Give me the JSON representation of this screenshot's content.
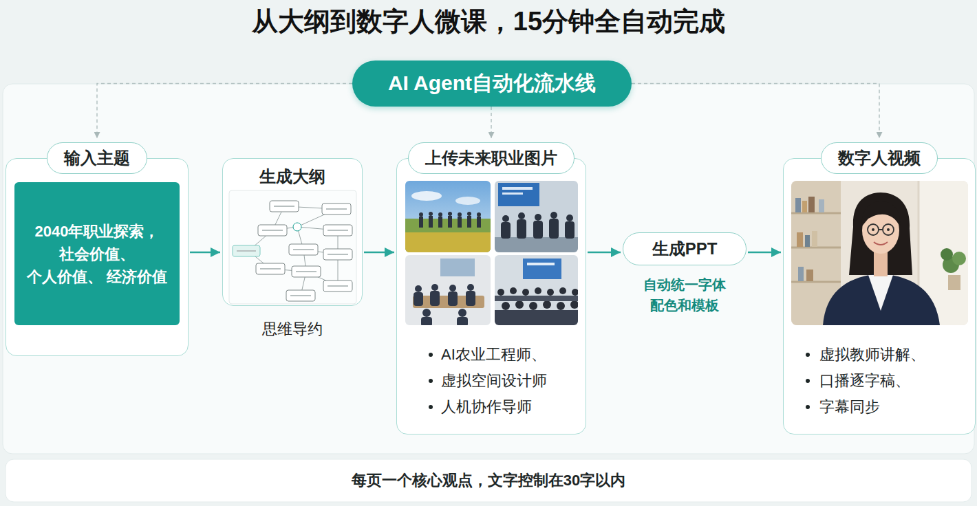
{
  "diagram": {
    "title": "从大纲到数字人微课，15分钟全自动完成",
    "nodes": [
      {
        "text": [
          "AI Agent自动化流水线"
        ]
      },
      {
        "text": [
          "输入主题"
        ]
      },
      {
        "text": [
          "2040年职业探索， 社会价值、 个人价值、 经济价值"
        ],
        "in": 1
      },
      {
        "text": [
          "生成大纲",
          "思维导约"
        ]
      },
      {
        "text": [
          "上传未来职业图片",
          "AI农业工程师、",
          "虚拟空间设计师",
          "人机协作导师"
        ]
      },
      {
        "text": [
          "生成PPT",
          "自动统一字体 配色和模板"
        ]
      },
      {
        "text": [
          "数字人视频",
          "虚拟教师讲解、",
          "口播逐字稿、",
          "字幕同步"
        ]
      },
      {
        "text": [
          "每页一个核心观点，文字控制在30字以内"
        ]
      }
    ],
    "edges": [
      {
        "from": 0,
        "to": 1,
        "arrow": "to"
      },
      {
        "from": 0,
        "to": 4,
        "arrow": "to"
      },
      {
        "from": 0,
        "to": 6,
        "arrow": "to"
      },
      {
        "from": 1,
        "to": 3,
        "arrow": "to"
      },
      {
        "from": 3,
        "to": 4,
        "arrow": "to"
      },
      {
        "from": 4,
        "to": 5,
        "arrow": "to"
      },
      {
        "from": 5,
        "to": 6,
        "arrow": "to"
      }
    ]
  }
}
